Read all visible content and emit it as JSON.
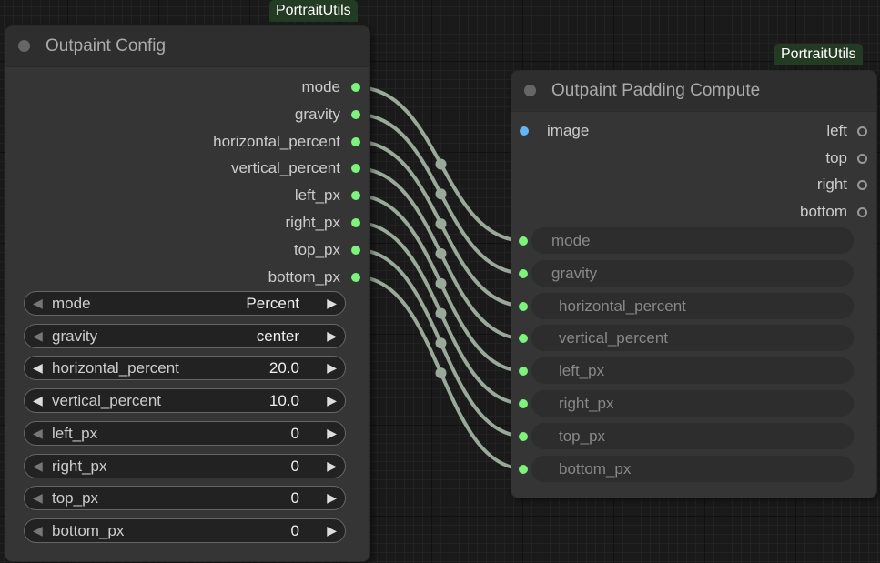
{
  "left_node": {
    "badge": "PortraitUtils",
    "title": "Outpaint Config",
    "outputs": [
      "mode",
      "gravity",
      "horizontal_percent",
      "vertical_percent",
      "left_px",
      "right_px",
      "top_px",
      "bottom_px"
    ],
    "widgets": [
      {
        "name": "mode",
        "value": "Percent"
      },
      {
        "name": "gravity",
        "value": "center"
      },
      {
        "name": "horizontal_percent",
        "value": "20.0"
      },
      {
        "name": "vertical_percent",
        "value": "10.0"
      },
      {
        "name": "left_px",
        "value": "0"
      },
      {
        "name": "right_px",
        "value": "0"
      },
      {
        "name": "top_px",
        "value": "0"
      },
      {
        "name": "bottom_px",
        "value": "0"
      }
    ]
  },
  "right_node": {
    "badge": "PortraitUtils",
    "title": "Outpaint Padding Compute",
    "image_input": "image",
    "outputs": [
      "left",
      "top",
      "right",
      "bottom"
    ],
    "inputs": [
      "mode",
      "gravity",
      "horizontal_percent",
      "vertical_percent",
      "left_px",
      "right_px",
      "top_px",
      "bottom_px"
    ]
  },
  "arrows": {
    "left": "◀",
    "right": "▶"
  },
  "colors": {
    "link": "#9aaa9a",
    "slot_green": "#7df27d",
    "slot_blue": "#64b5f6",
    "badge_bg": "#233a23"
  }
}
